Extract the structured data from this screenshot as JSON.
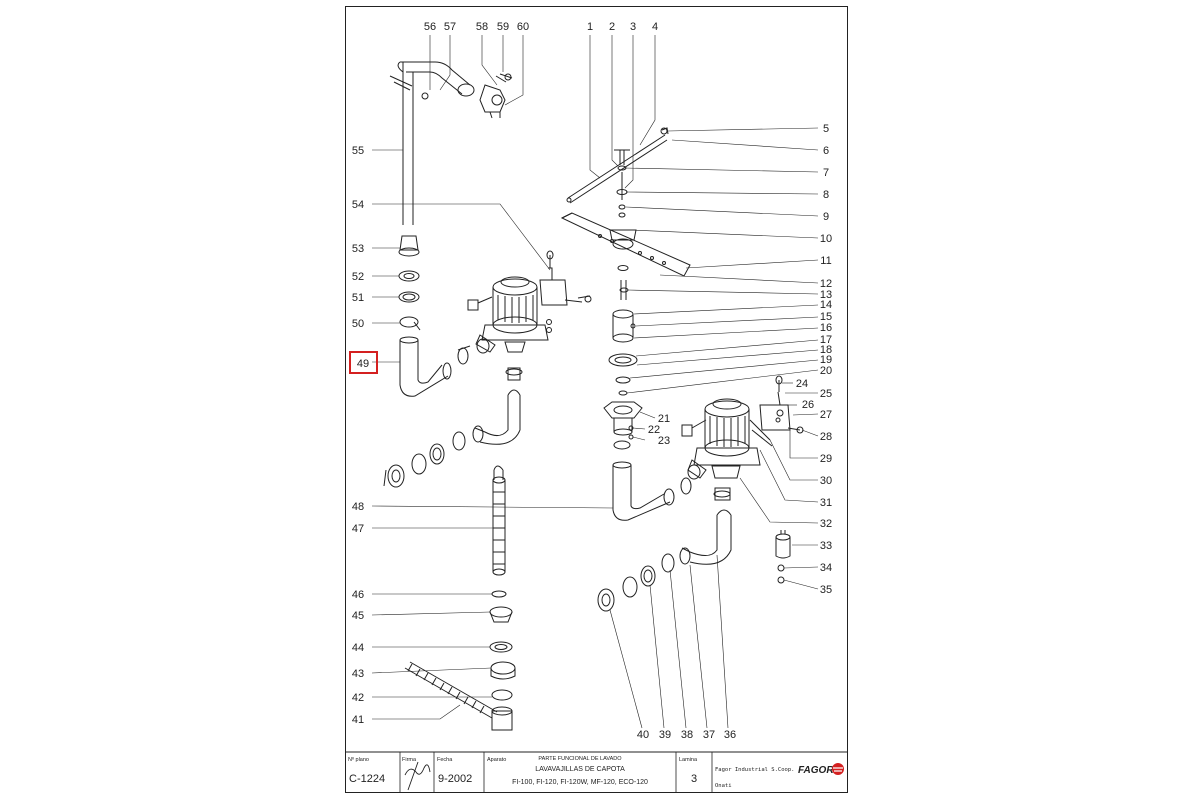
{
  "drawing": {
    "callouts": [
      "1",
      "2",
      "3",
      "4",
      "5",
      "6",
      "7",
      "8",
      "9",
      "10",
      "11",
      "12",
      "13",
      "14",
      "15",
      "16",
      "17",
      "18",
      "19",
      "20",
      "21",
      "22",
      "23",
      "24",
      "25",
      "26",
      "27",
      "28",
      "29",
      "30",
      "31",
      "32",
      "33",
      "34",
      "35",
      "36",
      "37",
      "38",
      "39",
      "40",
      "41",
      "42",
      "43",
      "44",
      "45",
      "46",
      "47",
      "48",
      "49",
      "50",
      "51",
      "52",
      "53",
      "54",
      "55",
      "56",
      "57",
      "58",
      "59",
      "60"
    ],
    "highlighted_callout": "49"
  },
  "title_block": {
    "plano_label": "Nº plano",
    "plano_value": "C-1224",
    "firma_label": "Firma",
    "fecha_label": "Fecha",
    "fecha_value": "9-2002",
    "aparato_label": "Aparato",
    "title_line1": "PARTE FUNCIONAL DE LAVADO",
    "title_line2": "LAVAVAJILLAS DE CAPOTA",
    "title_line3": "FI-100, FI-120, FI-120W, MF-120, ECO-120",
    "lamina_label": "Lamina",
    "lamina_value": "3",
    "company": "Fagor Industrial S.Coop.",
    "sub": "Onati",
    "brand": "FAGOR"
  },
  "colors": {
    "line": "#222222",
    "highlight": "#d42020",
    "brand": "#d42020"
  }
}
